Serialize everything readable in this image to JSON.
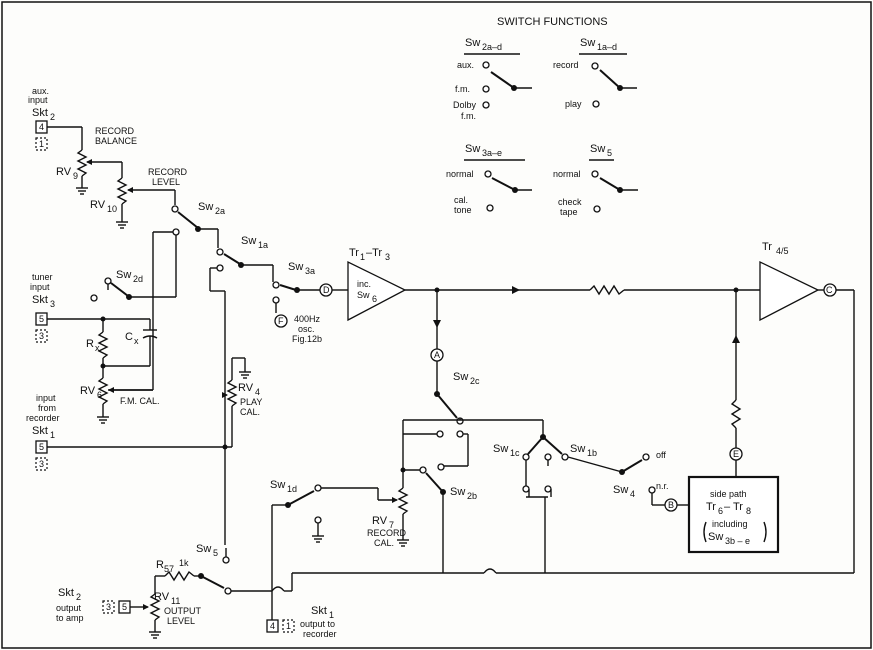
{
  "switch_functions": {
    "title": "SWITCH FUNCTIONS",
    "sw2": {
      "name": "Sw",
      "sub": "2a–d",
      "positions": [
        "aux.",
        "f.m.",
        "Dolby",
        "f.m."
      ]
    },
    "sw1": {
      "name": "Sw",
      "sub": "1a–d",
      "positions": [
        "record",
        "play"
      ]
    },
    "sw3": {
      "name": "Sw",
      "sub": "3a–e",
      "positions": [
        "normal",
        "cal.",
        "tone"
      ]
    },
    "sw5": {
      "name": "Sw",
      "sub": "5",
      "positions": [
        "normal",
        "check",
        "tape"
      ]
    }
  },
  "labels": {
    "aux_input": "aux.",
    "aux_input2": "input",
    "skt2_top": "Skt",
    "skt2_top_sub": "2",
    "record_balance": "RECORD",
    "record_balance2": "BALANCE",
    "rv9": "RV",
    "rv9_sub": "9",
    "record_level": "RECORD",
    "record_level2": "LEVEL",
    "rv10": "RV",
    "rv10_sub": "10",
    "sw2a": "Sw",
    "sw2a_sub": "2a",
    "sw1a": "Sw",
    "sw1a_sub": "1a",
    "sw3a": "Sw",
    "sw3a_sub": "3a",
    "sw2d": "Sw",
    "sw2d_sub": "2d",
    "tuner_input": "tuner",
    "tuner_input2": "input",
    "skt3": "Skt",
    "skt3_sub": "3",
    "cx": "C",
    "cx_sub": "x",
    "rx": "R",
    "rx_sub": "x",
    "rv6": "RV",
    "rv6_sub": "6",
    "fm_cal": "F.M. CAL.",
    "rv4": "RV",
    "rv4_sub": "4",
    "play_cal": "PLAY",
    "play_cal2": "CAL.",
    "input_from_recorder": "input",
    "input_from_recorder2": "from",
    "input_from_recorder3": "recorder",
    "skt1": "Skt",
    "skt1_sub": "1",
    "tr1_tr3": "Tr",
    "tr1_tr3_a": "1",
    "tr1_tr3_dash": "–Tr",
    "tr1_tr3_b": "3",
    "inc": "inc.",
    "sw6": "Sw",
    "sw6_sub": "6",
    "osc": "400Hz",
    "osc2": "osc.",
    "osc3": "Fig.12b",
    "tr45": "Tr",
    "tr45_sub": "4/5",
    "sw2c": "Sw",
    "sw2c_sub": "2c",
    "sw1c": "Sw",
    "sw1c_sub": "1c",
    "sw1b": "Sw",
    "sw1b_sub": "1b",
    "off": "off",
    "sw4": "Sw",
    "sw4_sub": "4",
    "nr": "n.r.",
    "side_path": "side path",
    "side_path2": "Tr",
    "side_path2_a": "6",
    "side_path2_dash": "– Tr",
    "side_path2_b": "8",
    "including": "including",
    "sw3be": "Sw",
    "sw3be_sub": "3b – e",
    "sw1d": "Sw",
    "sw1d_sub": "1d",
    "rv7": "RV",
    "rv7_sub": "7",
    "record_cal": "RECORD",
    "record_cal2": "CAL.",
    "sw2b": "Sw",
    "sw2b_sub": "2b",
    "sw5": "Sw",
    "sw5_sub": "5",
    "r57": "R",
    "r57_sub": "57",
    "r57_val": "1k",
    "rv11": "RV",
    "rv11_sub": "11",
    "output_level": "OUTPUT",
    "output_level2": "LEVEL",
    "skt2_out": "Skt",
    "skt2_out_sub": "2",
    "output_to_amp": "output",
    "output_to_amp2": "to amp",
    "skt1_out": "Skt",
    "skt1_out_sub": "1",
    "output_to_recorder": "output to",
    "output_to_recorder2": "recorder"
  },
  "pins": {
    "p4_top": "4",
    "p1_top": "1",
    "p5_tuner": "5",
    "p3_tuner": "3",
    "p5_rec": "5",
    "p3_rec": "3",
    "p3_amp": "3",
    "p5_amp": "5",
    "p4_out": "4",
    "p1_out": "1"
  },
  "nodes": {
    "A": "A",
    "B": "B",
    "C": "C",
    "D": "D",
    "E": "E",
    "F": "F"
  }
}
